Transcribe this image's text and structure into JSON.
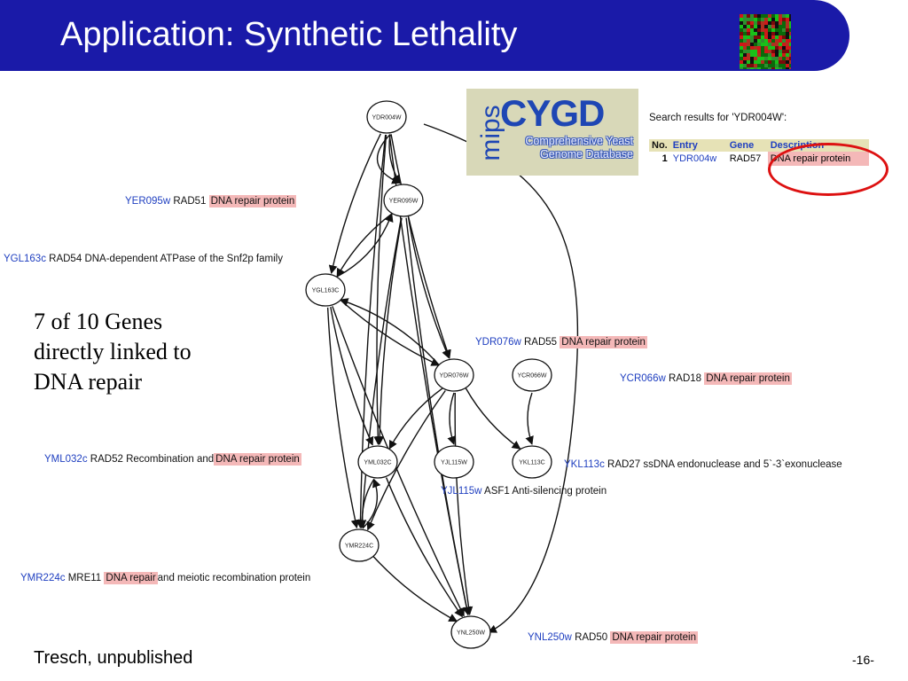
{
  "slide": {
    "title": "Application: Synthetic Lethality",
    "note": [
      "7 of 10 Genes",
      "directly linked to",
      "DNA repair"
    ],
    "footer": "Tresch, unpublished",
    "page_number": "-16-"
  },
  "colors": {
    "title_bar": "#1a1aa8",
    "highlight": "#f4b8b8",
    "gene_id": "#1f3fc0",
    "ring": "#dd1111"
  },
  "database": {
    "logo_prefix": "mips",
    "logo": "CYGD",
    "logo_subtitle": [
      "Comprehensive Yeast",
      "Genome Database"
    ],
    "search_title": "Search results for 'YDR004W':",
    "headers": [
      "No.",
      "Entry",
      "Gene",
      "Description"
    ],
    "row": {
      "no": "1",
      "entry": "YDR004w",
      "gene": "RAD57",
      "description": "DNA repair protein"
    }
  },
  "network": {
    "nodes": [
      {
        "id": "YDR004W"
      },
      {
        "id": "YER095W"
      },
      {
        "id": "YGL163C"
      },
      {
        "id": "YDR076W"
      },
      {
        "id": "YCR066W"
      },
      {
        "id": "YML032C"
      },
      {
        "id": "YJL115W"
      },
      {
        "id": "YKL113C"
      },
      {
        "id": "YMR224C"
      },
      {
        "id": "YNL250W"
      }
    ],
    "edges": [
      [
        "YDR004W",
        "YER095W"
      ],
      [
        "YDR004W",
        "YER095W"
      ],
      [
        "YDR004W",
        "YGL163C"
      ],
      [
        "YDR004W",
        "YDR076W"
      ],
      [
        "YDR004W",
        "YML032C"
      ],
      [
        "YDR004W",
        "YMR224C"
      ],
      [
        "YDR004W",
        "YNL250W"
      ],
      [
        "YER095W",
        "YGL163C"
      ],
      [
        "YER095W",
        "YDR076W"
      ],
      [
        "YER095W",
        "YML032C"
      ],
      [
        "YER095W",
        "YMR224C"
      ],
      [
        "YER095W",
        "YNL250W"
      ],
      [
        "YGL163C",
        "YER095W"
      ],
      [
        "YGL163C",
        "YDR076W"
      ],
      [
        "YGL163C",
        "YML032C"
      ],
      [
        "YGL163C",
        "YMR224C"
      ],
      [
        "YGL163C",
        "YNL250W"
      ],
      [
        "YDR076W",
        "YGL163C"
      ],
      [
        "YDR076W",
        "YML032C"
      ],
      [
        "YDR076W",
        "YJL115W"
      ],
      [
        "YDR076W",
        "YKL113C"
      ],
      [
        "YDR076W",
        "YMR224C"
      ],
      [
        "YDR076W",
        "YNL250W"
      ],
      [
        "YCR066W",
        "YKL113C"
      ],
      [
        "YML032C",
        "YMR224C"
      ],
      [
        "YML032C",
        "YNL250W"
      ],
      [
        "YMR224C",
        "YML032C"
      ],
      [
        "YMR224C",
        "YNL250W"
      ]
    ]
  },
  "gene_labels": [
    {
      "id": "YER095w",
      "gene": "RAD51",
      "pre": "",
      "highlight": "DNA repair protein",
      "post": ""
    },
    {
      "id": "YGL163c",
      "gene": "RAD54",
      "pre": "DNA-dependent ATPase of the Snf2p family",
      "highlight": "",
      "post": ""
    },
    {
      "id": "YDR076w",
      "gene": "RAD55",
      "pre": "",
      "highlight": "DNA repair protein",
      "post": ""
    },
    {
      "id": "YCR066w",
      "gene": "RAD18",
      "pre": "",
      "highlight": "DNA repair protein",
      "post": ""
    },
    {
      "id": "YML032c",
      "gene": "RAD52",
      "pre": "Recombination and",
      "highlight": "DNA repair protein",
      "post": ""
    },
    {
      "id": "YKL113c",
      "gene": "RAD27",
      "pre": "ssDNA endonuclease and 5`-3`exonuclease",
      "highlight": "",
      "post": ""
    },
    {
      "id": "YJL115w",
      "gene": "ASF1",
      "pre": "Anti-silencing protein",
      "highlight": "",
      "post": ""
    },
    {
      "id": "YMR224c",
      "gene": "MRE11",
      "pre": "",
      "highlight": "DNA repair",
      "post": "and meiotic recombination protein"
    },
    {
      "id": "YNL250w",
      "gene": "RAD50",
      "pre": "",
      "highlight": "DNA repair protein",
      "post": ""
    }
  ]
}
